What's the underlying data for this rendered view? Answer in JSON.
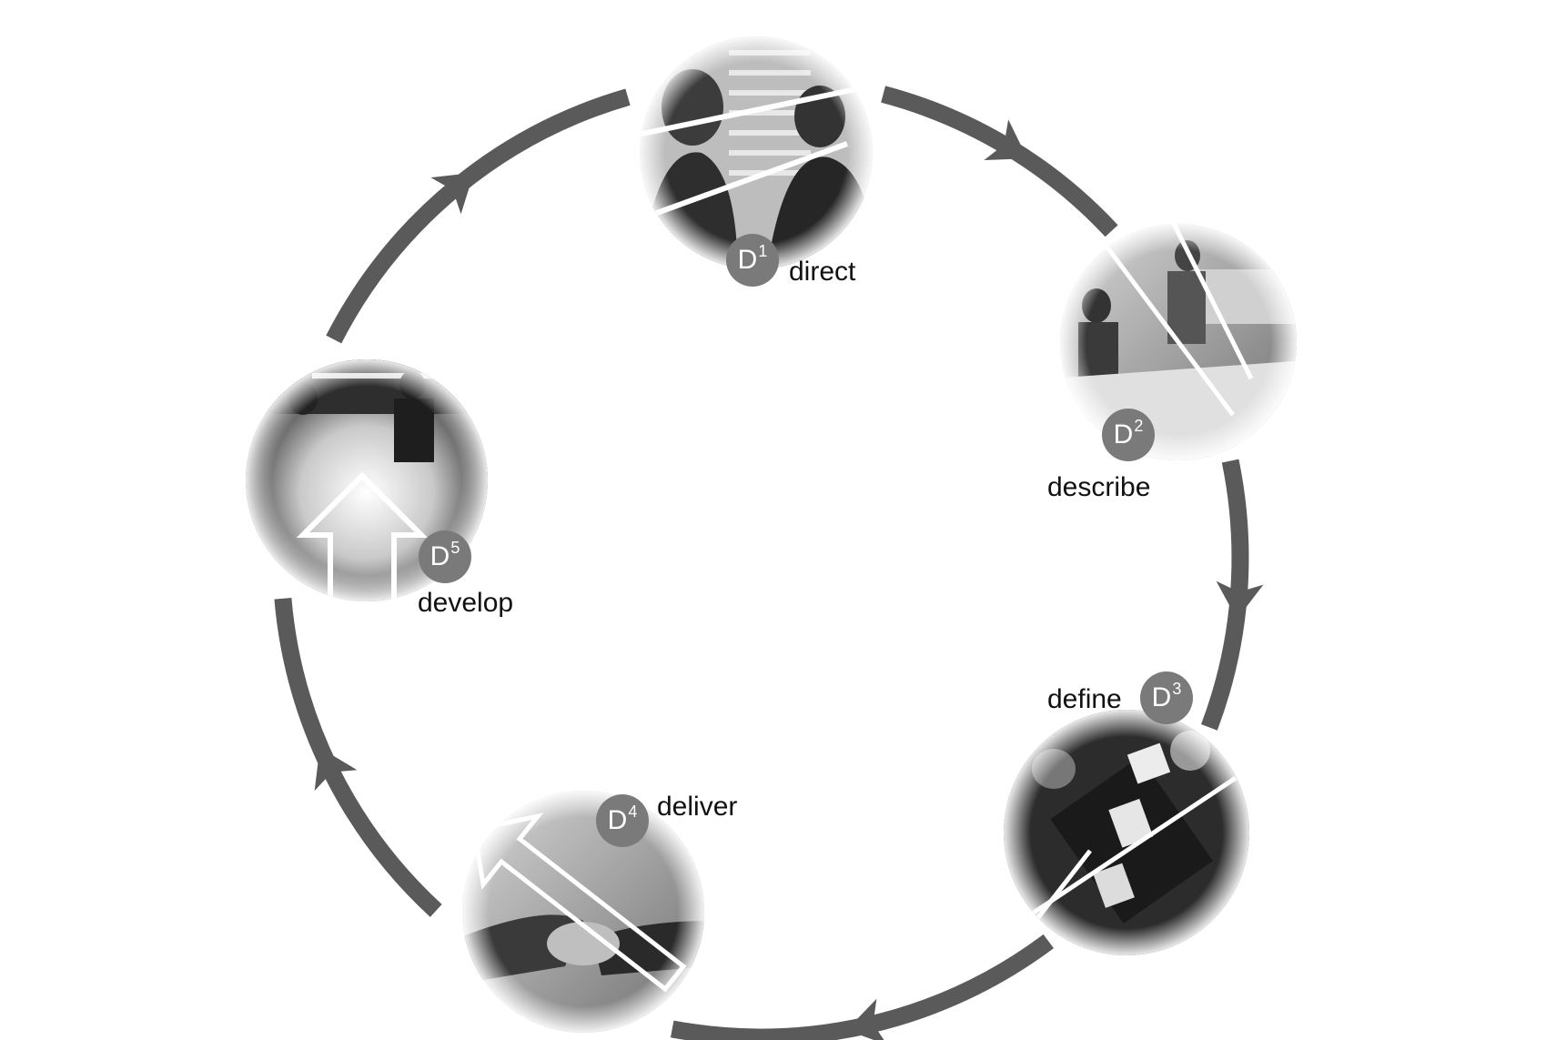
{
  "diagram": {
    "colors": {
      "ring": "#5a5a5a",
      "badge": "#7a7a7a",
      "badge_text": "#ffffff",
      "label_text": "#111111"
    },
    "stages": [
      {
        "id": "d1",
        "letter": "D",
        "number": "1",
        "label": "direct",
        "photo": "business-meeting-photo"
      },
      {
        "id": "d2",
        "letter": "D",
        "number": "2",
        "label": "describe",
        "photo": "presentation-photo"
      },
      {
        "id": "d3",
        "letter": "D",
        "number": "3",
        "label": "define",
        "photo": "overhead-meeting-photo"
      },
      {
        "id": "d4",
        "letter": "D",
        "number": "4",
        "label": "deliver",
        "photo": "handshake-photo"
      },
      {
        "id": "d5",
        "letter": "D",
        "number": "5",
        "label": "develop",
        "photo": "boardroom-photo"
      }
    ],
    "flow": "clockwise"
  }
}
